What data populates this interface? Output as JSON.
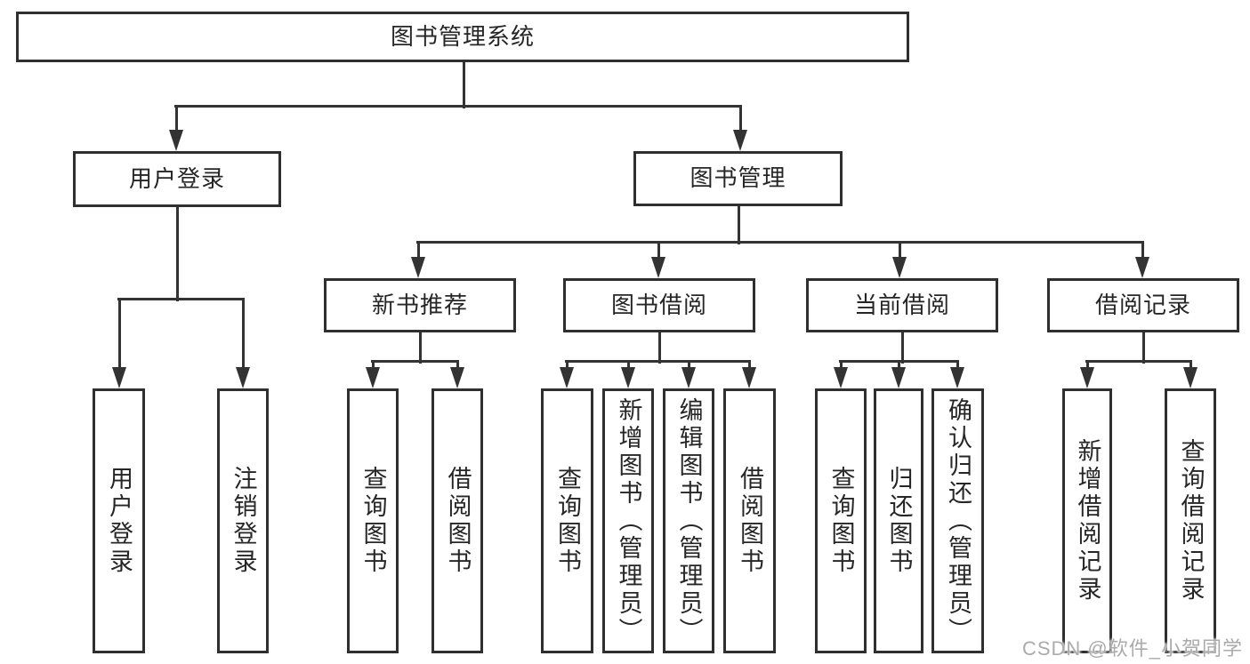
{
  "tree": {
    "root": {
      "label": "图书管理系统"
    },
    "branches": [
      {
        "label": "用户登录",
        "leaves": [
          "用户登录",
          "注销登录"
        ]
      },
      {
        "label": "图书管理",
        "sections": [
          {
            "label": "新书推荐",
            "leaves": [
              "查询图书",
              "借阅图书"
            ]
          },
          {
            "label": "图书借阅",
            "leaves": [
              "查询图书",
              "新增图书（管理员）",
              "编辑图书（管理员）",
              "借阅图书"
            ]
          },
          {
            "label": "当前借阅",
            "leaves": [
              "查询图书",
              "归还图书",
              "确认归还（管理员）"
            ]
          },
          {
            "label": "借阅记录",
            "leaves": [
              "新增借阅记录",
              "查询借阅记录"
            ]
          }
        ]
      }
    ]
  },
  "watermark": {
    "text": "CSDN @软件_小贺同学"
  },
  "colors": {
    "line": "#333333",
    "border": "#2f2f2f",
    "text": "#262626",
    "background": "#ffffff",
    "watermark": "#ababab"
  }
}
